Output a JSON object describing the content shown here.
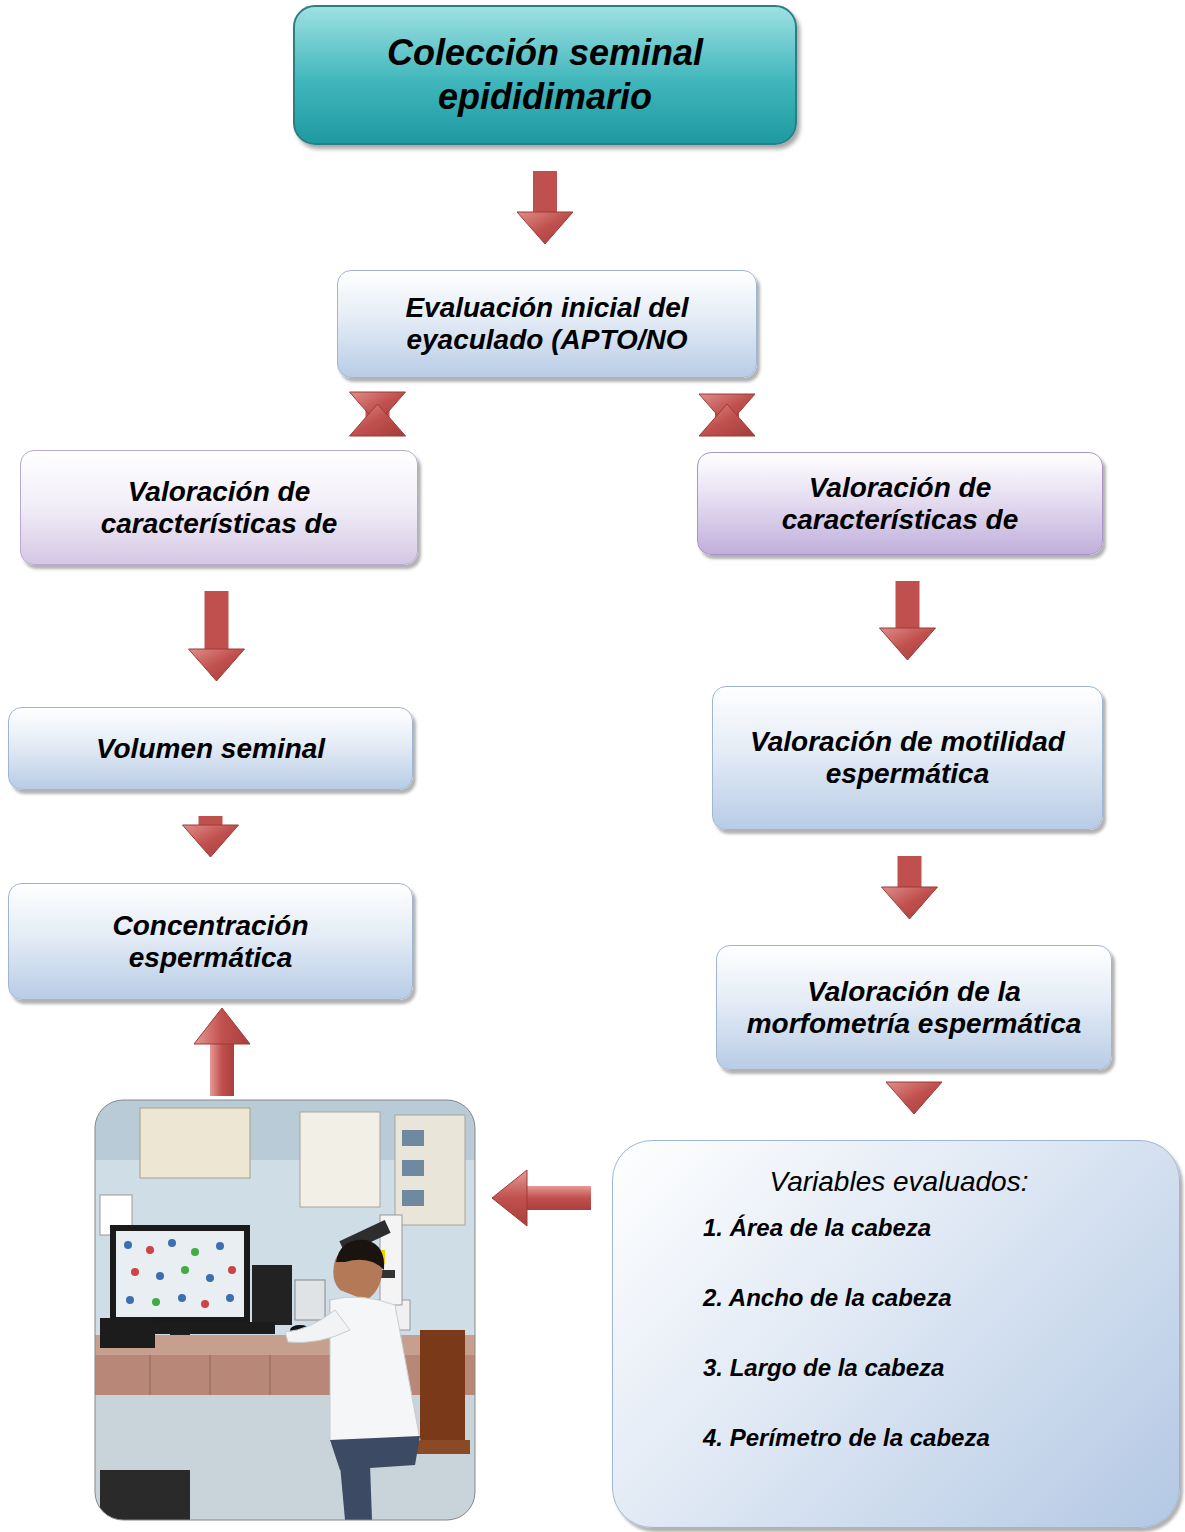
{
  "diagram": {
    "nodes": [
      {
        "text": [
          "Colección seminal epididimario"
        ]
      },
      {
        "text": [
          "Evaluación inicial del eyaculado (APTO/NO"
        ]
      },
      {
        "text": [
          "Valoración de características de"
        ]
      },
      {
        "text": [
          "Valoración de características de"
        ]
      },
      {
        "text": [
          "Volumen seminal"
        ]
      },
      {
        "text": [
          "Concentración espermática"
        ]
      },
      {
        "text": [
          "Valoración de motilidad espermática"
        ]
      },
      {
        "text": [
          "Valoración de la morfometría espermática"
        ]
      },
      {
        "text": [
          "Variables evaluados:",
          "1. Área de la cabeza",
          "2. Ancho de la cabeza",
          "3. Largo de la cabeza",
          "4. Perímetro de la cabeza"
        ]
      }
    ],
    "edges": [
      {
        "from": 0,
        "to": 1,
        "arrow": "to"
      },
      {
        "from": 1,
        "to": 2,
        "arrow": "both"
      },
      {
        "from": 1,
        "to": 3,
        "arrow": "both"
      },
      {
        "from": 2,
        "to": 4,
        "arrow": "to"
      },
      {
        "from": 4,
        "to": 5,
        "arrow": "to"
      },
      {
        "from": 3,
        "to": 6,
        "arrow": "to"
      },
      {
        "from": 6,
        "to": 7,
        "arrow": "to"
      },
      {
        "from": 7,
        "to": 8,
        "arrow": "to"
      }
    ]
  }
}
